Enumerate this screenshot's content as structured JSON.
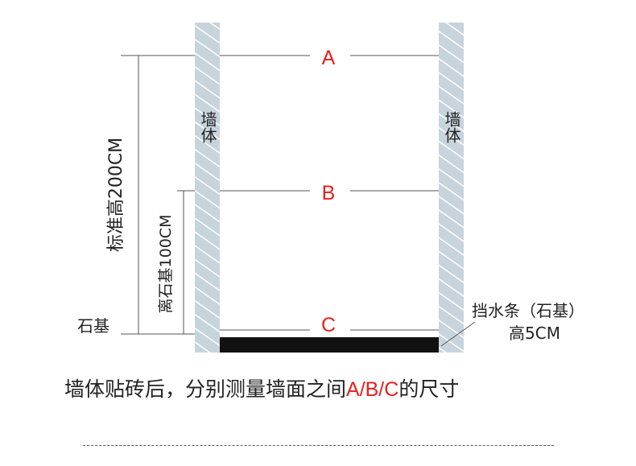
{
  "labels": {
    "wall_left": "墙体",
    "wall_right": "墙体",
    "marker_a": "A",
    "marker_b": "B",
    "marker_c": "C",
    "standard_height": "标准高200CM",
    "stone_base_offset": "离石基100CM",
    "stone_base": "石基",
    "water_bar_line1": "挡水条（石基）",
    "water_bar_line2": "高5CM"
  },
  "caption": {
    "prefix": "墙体贴砖后，分别测量墙面之间",
    "highlight": "A/B/C",
    "suffix": "的尺寸"
  },
  "colors": {
    "wall": "#c7d4dc",
    "accent_red": "#e8201c",
    "base": "#111111",
    "lines": "#555555"
  }
}
